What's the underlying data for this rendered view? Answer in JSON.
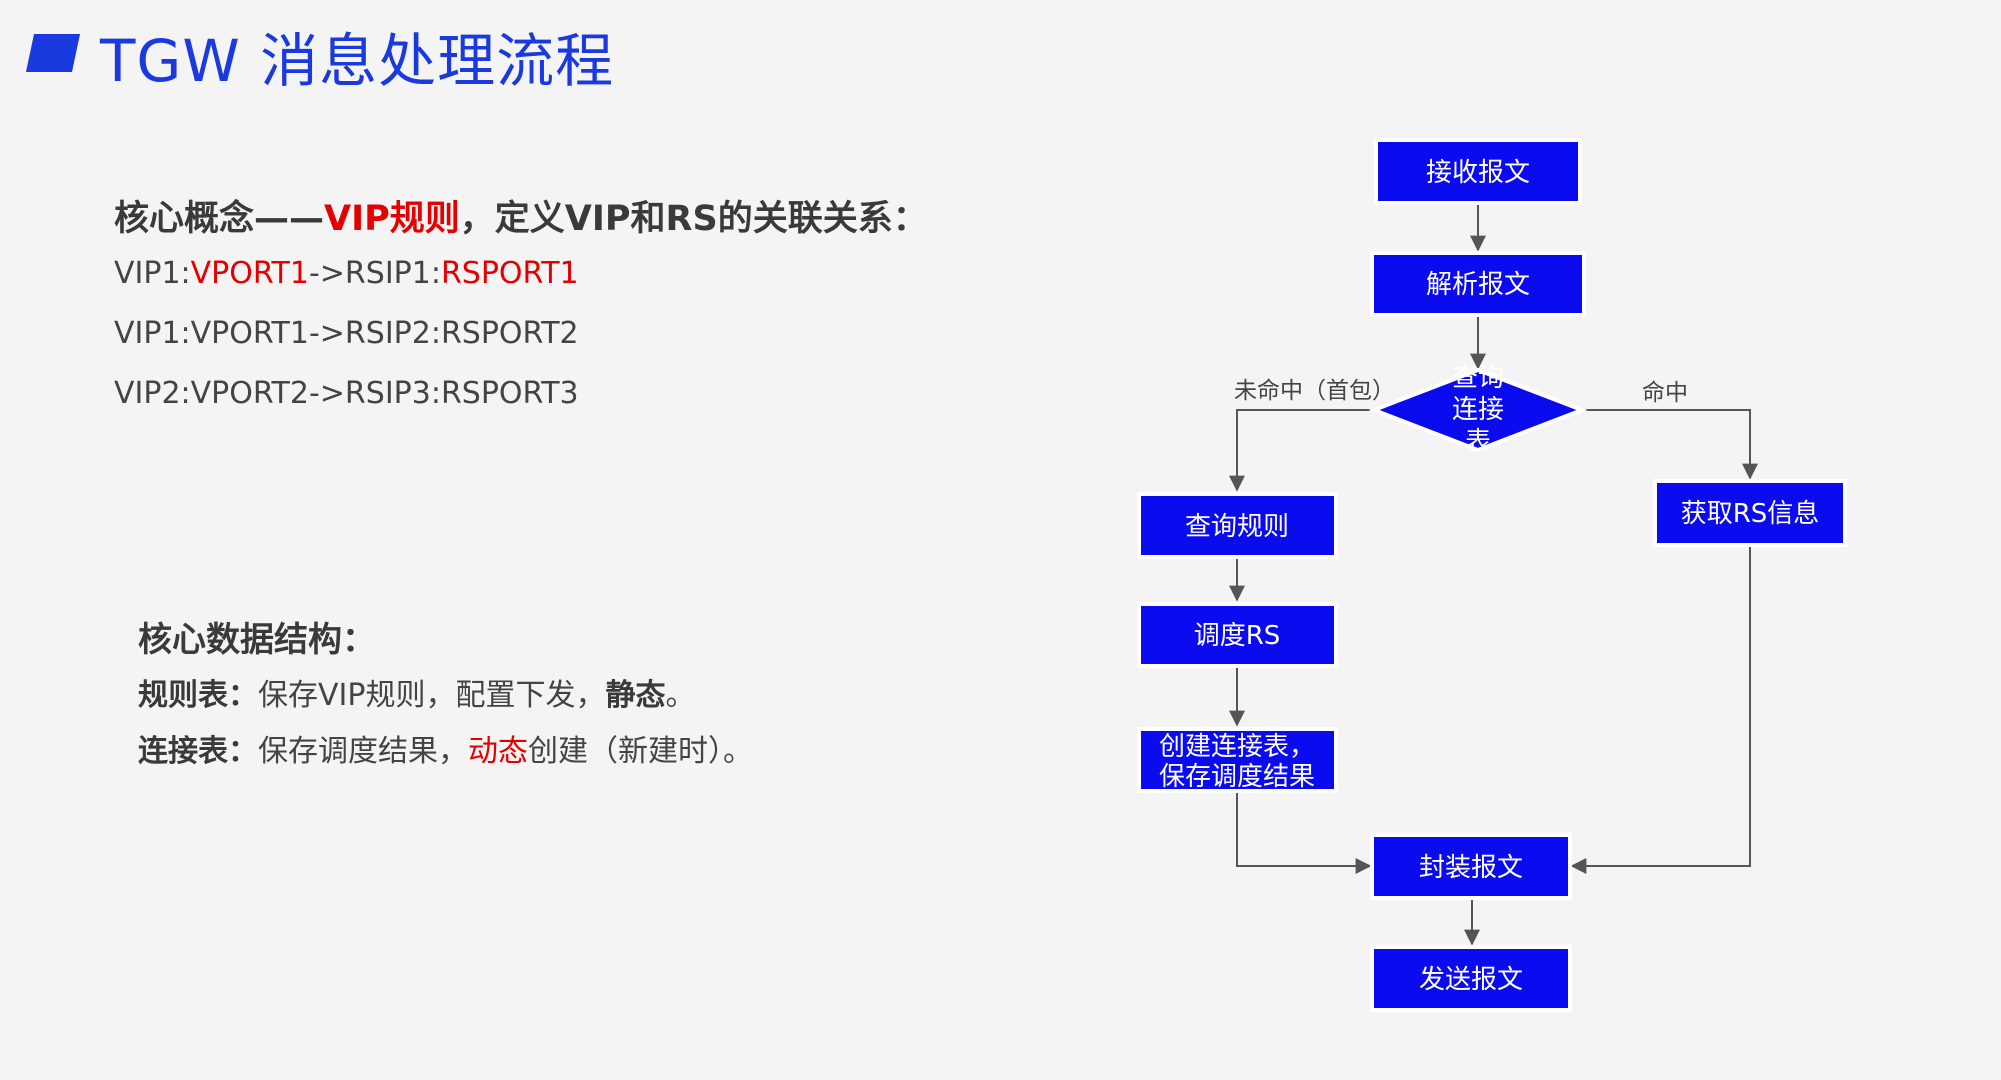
{
  "title": "TGW 消息处理流程",
  "concept": {
    "prefix": "核心概念——",
    "highlight": "VIP规则",
    "suffix": "，定义VIP和RS的关联关系："
  },
  "mappings": [
    {
      "vip": "VIP1:",
      "vport": "VPORT1",
      "mid": "->RSIP1:",
      "rsport": "RSPORT1",
      "highlight": true
    },
    {
      "vip": "VIP1:",
      "vport": "VPORT1",
      "mid": "->RSIP2:",
      "rsport": "RSPORT2",
      "highlight": false
    },
    {
      "vip": "VIP2:",
      "vport": "VPORT2",
      "mid": "->RSIP3:",
      "rsport": "RSPORT3",
      "highlight": false
    }
  ],
  "structure": {
    "heading": "核心数据结构：",
    "rule_table": {
      "label": "规则表：",
      "text": "保存VIP规则，配置下发，",
      "highlight": "静态",
      "end": "。"
    },
    "conn_table": {
      "label": "连接表：",
      "text": "保存调度结果，",
      "highlight": "动态",
      "end": "创建（新建时）。"
    }
  },
  "flow": {
    "receive": "接收报文",
    "parse": "解析报文",
    "decision_lines": [
      "查询",
      "连接",
      "表"
    ],
    "query_rule": "查询规则",
    "schedule": "调度RS",
    "create_lines": [
      "创建连接表，",
      "保存调度结果"
    ],
    "get_rs": "获取RS信息",
    "encap": "封装报文",
    "send": "发送报文",
    "miss_label": "未命中（首包）",
    "hit_label": "命中"
  },
  "colors": {
    "title_blue": "#1a3ae0",
    "node_blue": "#0b0bf0",
    "highlight_red": "#e40000",
    "edge_gray": "#555555"
  }
}
